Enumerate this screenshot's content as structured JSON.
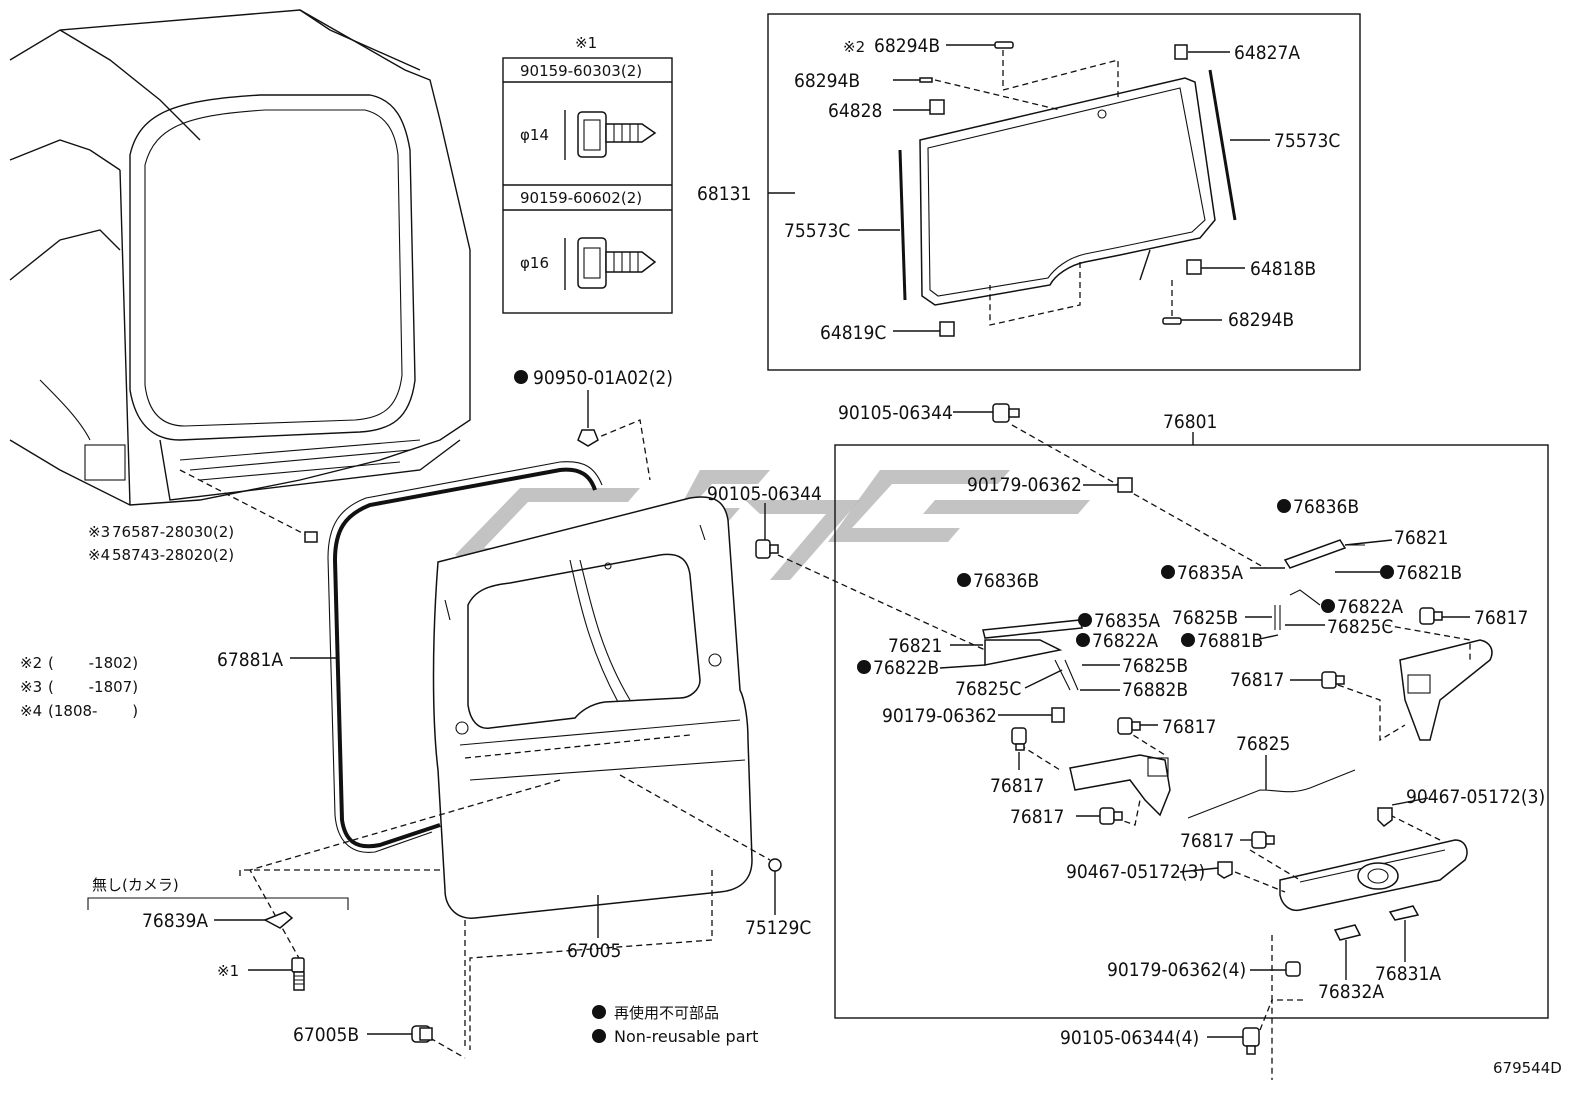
{
  "callouts": {
    "p68294B_top": "68294B",
    "p68294B_mid": "68294B",
    "p64828": "64828",
    "p64827A": "64827A",
    "p75573C_right": "75573C",
    "p68131": "68131",
    "p75573C_left": "75573C",
    "p64818B": "64818B",
    "p64819C": "64819C",
    "p68294B_bot": "68294B",
    "p90950": "90950-01A02(2)",
    "p90105_top": "90105-06344",
    "p76801": "76801",
    "p90179_a": "90179-06362",
    "p90105_mid": "90105-06344",
    "p76836B_r": "76836B",
    "p76821_r": "76821",
    "p76835A_r": "76835A",
    "p76821B": "76821B",
    "p76836B_l": "76836B",
    "p76835A_l": "76835A",
    "p76825B_r": "76825B",
    "p76822A_r": "76822A",
    "p76817_a": "76817",
    "p76821_l": "76821",
    "p76822A_l": "76822A",
    "p76881B": "76881B",
    "p76825C_r": "76825C",
    "p76822B": "76822B",
    "p76825B_l": "76825B",
    "p76825C_l": "76825C",
    "p76882B": "76882B",
    "p76817_b": "76817",
    "p90179_b": "90179-06362",
    "p76817_c": "76817",
    "p76825": "76825",
    "p76817_d": "76817",
    "p76817_e": "76817",
    "p90467_r": "90467-05172(3)",
    "p76817_f": "76817",
    "p90467_l": "90467-05172(3)",
    "p90179_c": "90179-06362(4)",
    "p76832A": "76832A",
    "p76831A": "76831A",
    "p90105_bot": "90105-06344(4)",
    "p67881A": "67881A",
    "p67005": "67005",
    "p75129C": "75129C",
    "p67005B": "67005B",
    "p76839A": "76839A",
    "p_mark1": "※1",
    "p76587": "76587-28030(2)",
    "p58743": "58743-28020(2)",
    "mark2": "※2",
    "mark3": "※3",
    "mark4": "※4"
  },
  "fastener_table": {
    "header": "※1",
    "rows": [
      {
        "part": "90159-60303(2)",
        "diameter": "φ14"
      },
      {
        "part": "90159-60602(2)",
        "diameter": "φ16"
      }
    ]
  },
  "notes": [
    {
      "mark": "※2",
      "range": "(　　 -1802)"
    },
    {
      "mark": "※3",
      "range": "(　　 -1807)"
    },
    {
      "mark": "※4",
      "range": "(1808-　　 )"
    }
  ],
  "camera_note": "無し(カメラ)",
  "legend": {
    "line1": "再使用不可部品",
    "line2": "Non-reusable part"
  },
  "diagram_id": "679544D"
}
